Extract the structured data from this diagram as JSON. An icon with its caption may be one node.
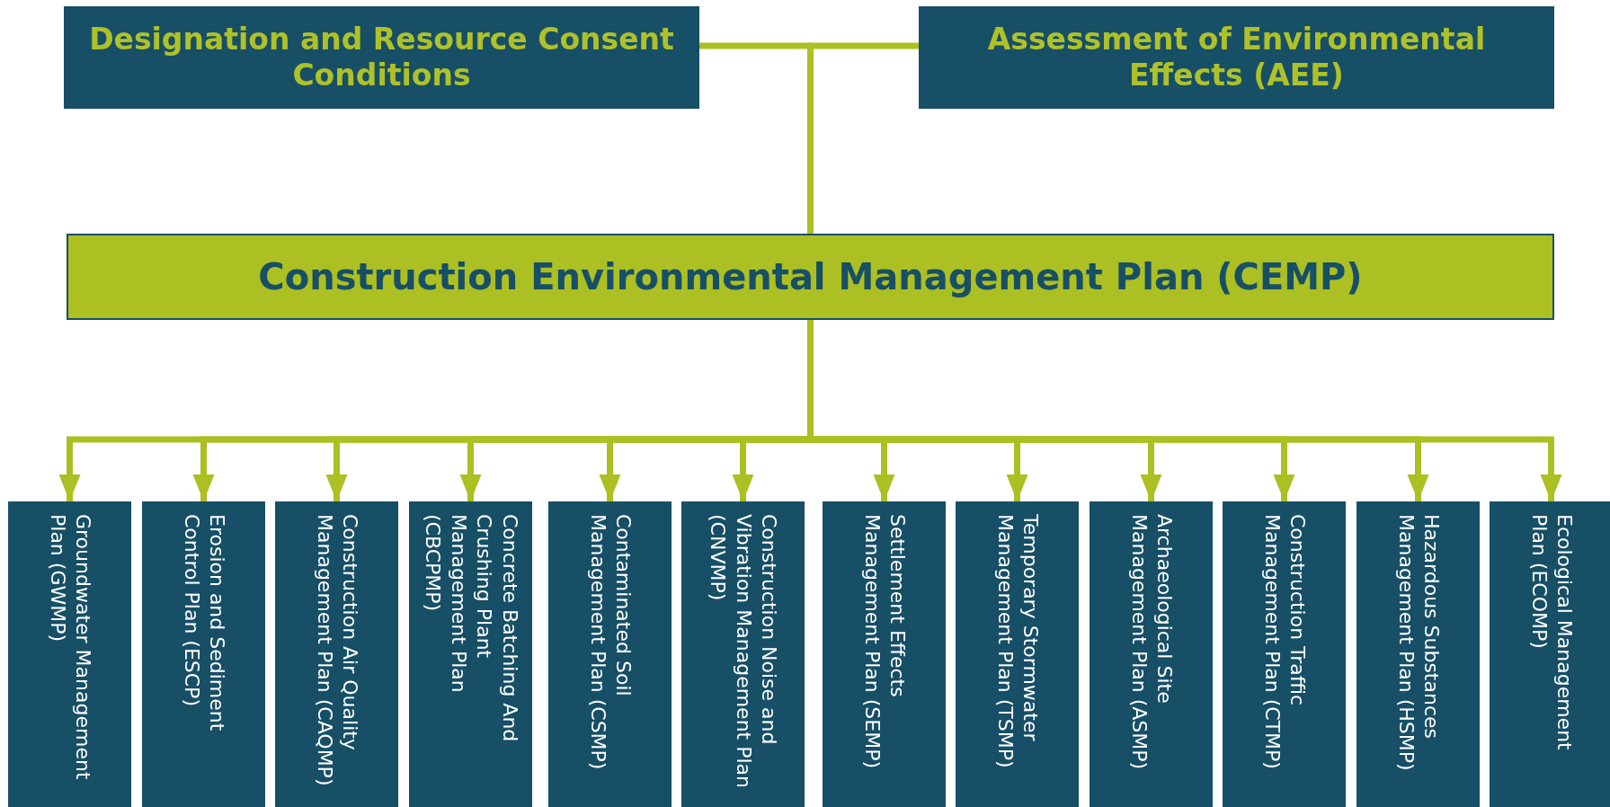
{
  "diagram": {
    "nodes": [
      {
        "text": [
          "Designation and Resource Consent Conditions"
        ]
      },
      {
        "text": [
          "Assessment of Environmental Effects (AEE)"
        ]
      },
      {
        "text": [
          "Construction Environmental Management Plan (CEMP)"
        ]
      },
      {
        "text": [
          "Groundwater Management Plan (GWMP)"
        ]
      },
      {
        "text": [
          "Erosion and Sediment Control Plan (ESCP)"
        ]
      },
      {
        "text": [
          "Construction Air Quality Management Plan (CAQMP)"
        ]
      },
      {
        "text": [
          "Concrete Batching And Crushing Plant Management Plan (CBCPMP)"
        ]
      },
      {
        "text": [
          "Contaminated Soil Management Plan (CSMP)"
        ]
      },
      {
        "text": [
          "Construction Noise and Vibration Management Plan (CNVMP)"
        ]
      },
      {
        "text": [
          "Settlement Effects Management Plan (SEMP)"
        ]
      },
      {
        "text": [
          "Temporary Stormwater Management Plan (TSMP)"
        ]
      },
      {
        "text": [
          "Archaeological Site Management Plan (ASMP)"
        ]
      },
      {
        "text": [
          "Construction Traffic Management Plan (CTMP)"
        ]
      },
      {
        "text": [
          "Hazardous Substances Management Plan (HSMP)"
        ]
      },
      {
        "text": [
          "Ecological Management Plan (ECOMP)"
        ]
      }
    ],
    "edges": [
      {
        "from": 0,
        "to": 2,
        "arrow": "none"
      },
      {
        "from": 1,
        "to": 2,
        "arrow": "none"
      },
      {
        "from": 2,
        "to": 3,
        "arrow": "to"
      },
      {
        "from": 2,
        "to": 4,
        "arrow": "to"
      },
      {
        "from": 2,
        "to": 5,
        "arrow": "to"
      },
      {
        "from": 2,
        "to": 6,
        "arrow": "to"
      },
      {
        "from": 2,
        "to": 7,
        "arrow": "to"
      },
      {
        "from": 2,
        "to": 8,
        "arrow": "to"
      },
      {
        "from": 2,
        "to": 9,
        "arrow": "to"
      },
      {
        "from": 2,
        "to": 10,
        "arrow": "to"
      },
      {
        "from": 2,
        "to": 11,
        "arrow": "to"
      },
      {
        "from": 2,
        "to": 12,
        "arrow": "to"
      },
      {
        "from": 2,
        "to": 13,
        "arrow": "to"
      },
      {
        "from": 2,
        "to": 14,
        "arrow": "to"
      }
    ]
  }
}
